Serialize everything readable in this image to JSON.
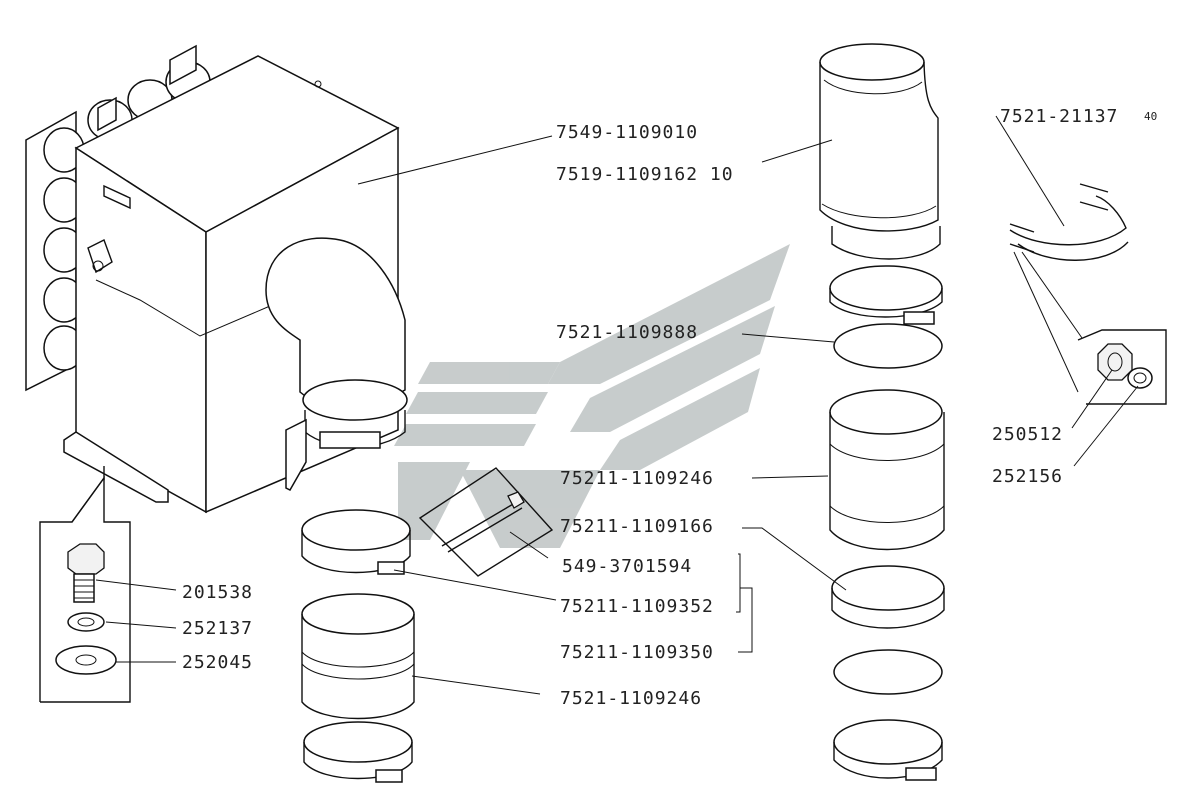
{
  "watermark": {
    "color": "#9aa3a3"
  },
  "labels": {
    "heater_assembly": "7549-1109010",
    "inlet_pipe": "7519-1109162 10",
    "clamp_right_top": "7521-1109888",
    "sleeve_right": "75211-1109246",
    "clamp_right_mid": "75211-1109166",
    "bolt": "549-3701594",
    "clamp_left": "75211-1109352",
    "clamp_kit": "75211-1109350",
    "sleeve_left": "7521-1109246",
    "bracket_bolt": "201538",
    "lock_washer": "252137",
    "flat_washer": "252045",
    "band_clamp": "7521-21137",
    "band_clamp_suffix": "40",
    "nut": "250512",
    "washer_small": "252156"
  }
}
